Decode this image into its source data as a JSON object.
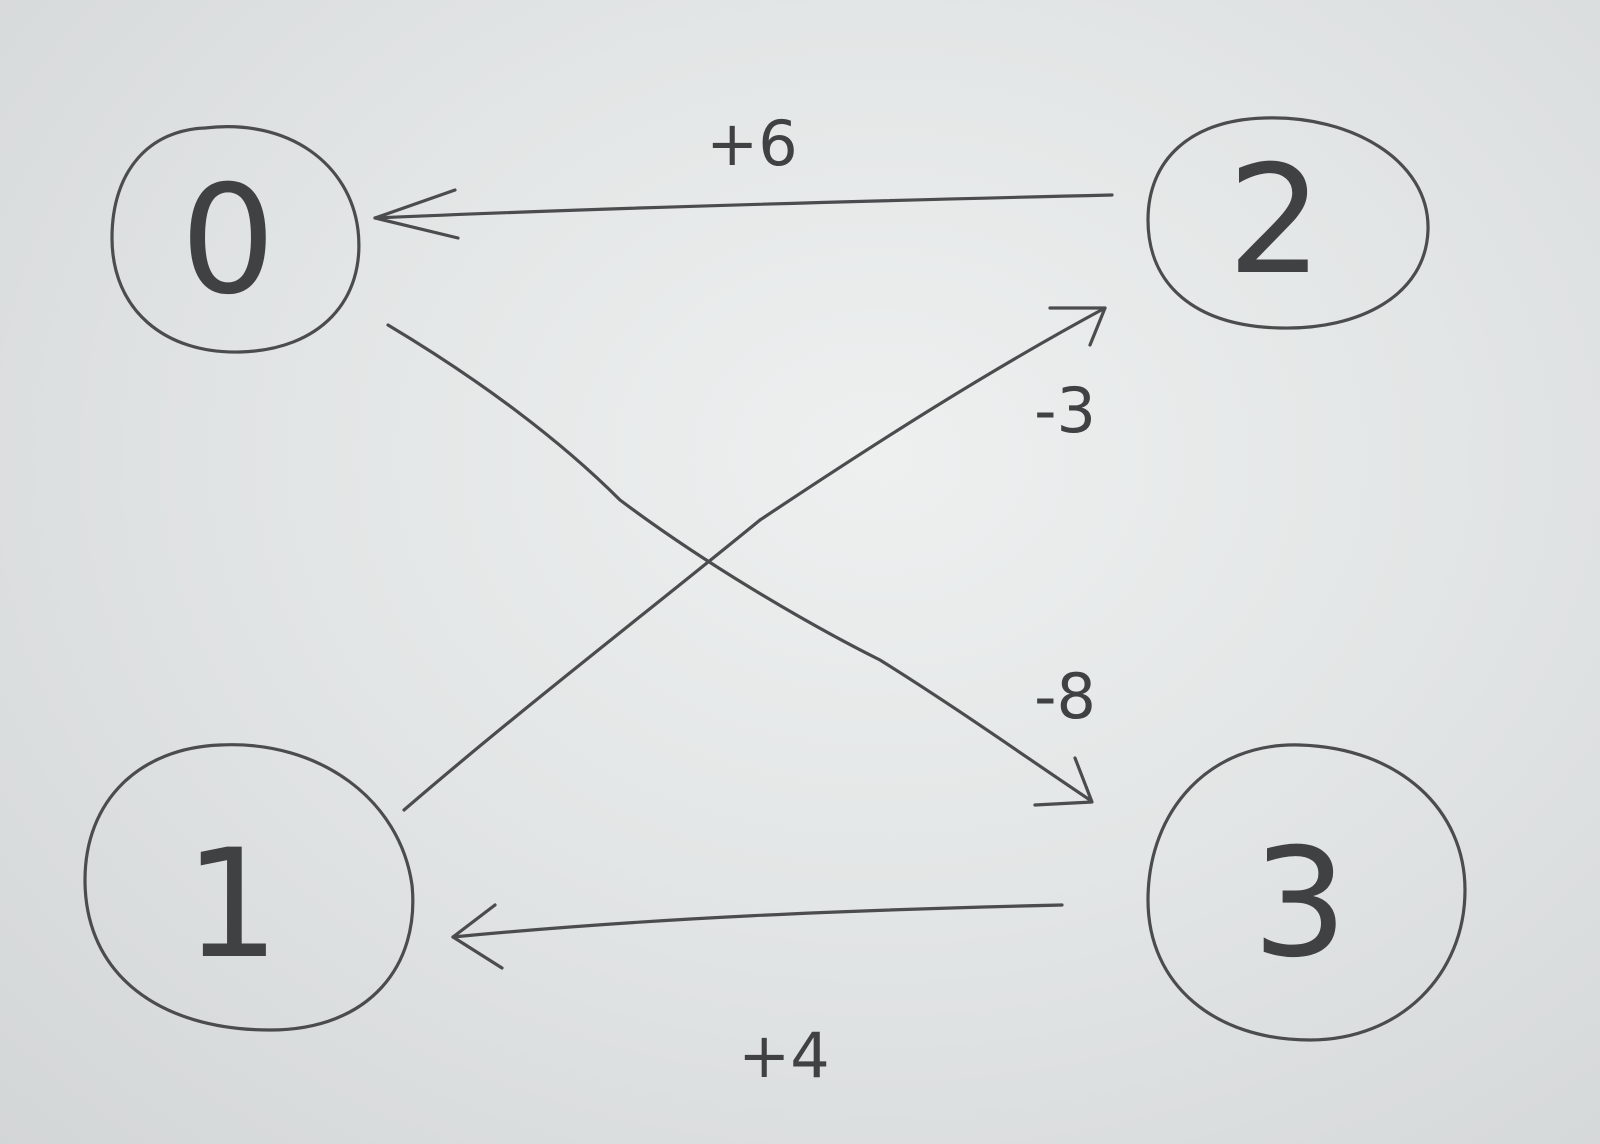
{
  "nodes": [
    {
      "id": "0",
      "label": "0"
    },
    {
      "id": "1",
      "label": "1"
    },
    {
      "id": "2",
      "label": "2"
    },
    {
      "id": "3",
      "label": "3"
    }
  ],
  "edges": [
    {
      "from": "2",
      "to": "0",
      "label": "+6"
    },
    {
      "from": "1",
      "to": "2",
      "label": "-3"
    },
    {
      "from": "0",
      "to": "3",
      "label": "-8"
    },
    {
      "from": "3",
      "to": "1",
      "label": "+4"
    }
  ],
  "colors": {
    "ink": "#4a4c4e",
    "paper": "#e6e8e8"
  }
}
